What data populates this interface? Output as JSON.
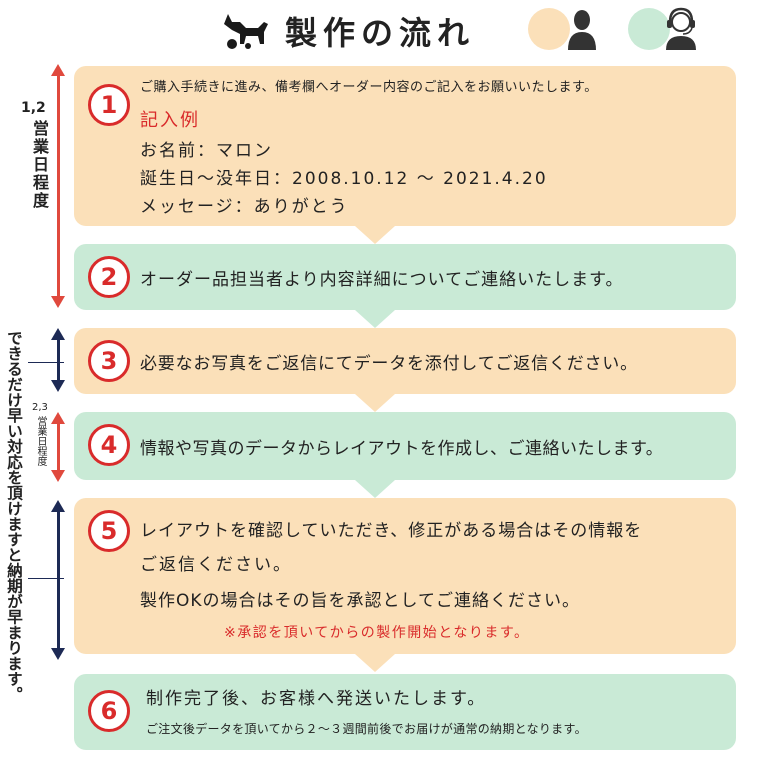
{
  "header": {
    "title": "製作の流れ",
    "legend": [
      {
        "color": "#fbe0b9",
        "icon": "person-silhouette-icon"
      },
      {
        "color": "#c9ead6",
        "icon": "headset-operator-icon"
      }
    ]
  },
  "side": {
    "period_1": "1,2営業日程度",
    "period_1_num": "1,2",
    "period_1_unit": "営業日程度",
    "period_2_num": "2,3",
    "period_2_unit": "営業日程度",
    "note": "できるだけ早い対応を頂けますと納期が早まります。"
  },
  "steps": [
    {
      "number": "1",
      "lines": [
        "ご購入手続きに進み、備考欄へオーダー内容のご記入をお願いいたします。",
        "記入例",
        "お名前：マロン",
        "誕生日〜没年日：2008.10.12 〜 2021.4.20",
        "メッセージ：ありがとう"
      ]
    },
    {
      "number": "2",
      "lines": [
        "オーダー品担当者より内容詳細についてご連絡いたします。"
      ]
    },
    {
      "number": "3",
      "lines": [
        "必要なお写真をご返信にてデータを添付してご返信ください。"
      ]
    },
    {
      "number": "4",
      "lines": [
        "情報や写真のデータからレイアウトを作成し、ご連絡いたします。"
      ]
    },
    {
      "number": "5",
      "lines": [
        "レイアウトを確認していただき、修正がある場合はその情報を",
        "ご返信ください。",
        "製作OKの場合はその旨を承認としてご連絡ください。",
        "※承認を頂いてからの製作開始となります。"
      ]
    },
    {
      "number": "6",
      "lines": [
        "制作完了後、お客様へ発送いたします。",
        "ご注文後データを頂いてから２〜３週間前後でお届けが通常の納期となります。"
      ]
    }
  ]
}
